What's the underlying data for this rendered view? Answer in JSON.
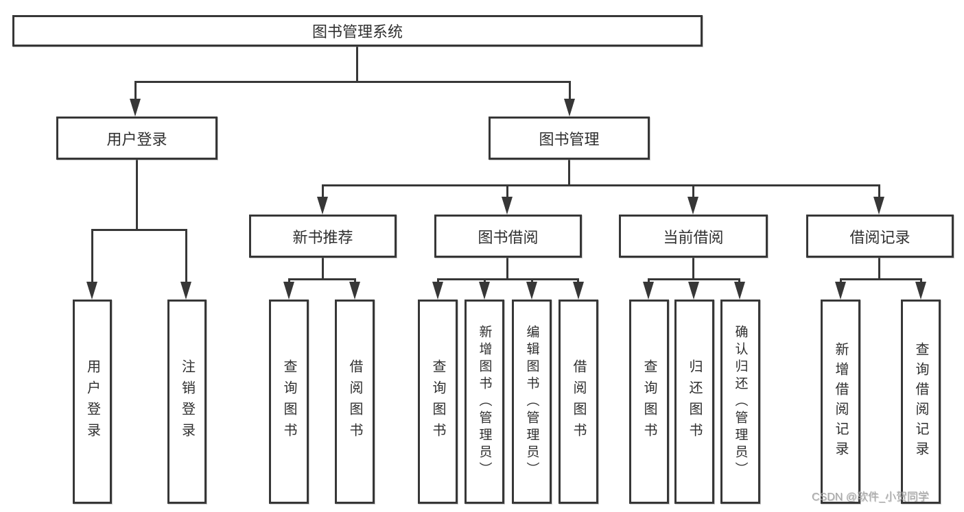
{
  "nodes": {
    "root": "图书管理系统",
    "user_login": "用户登录",
    "book_management": "图书管理",
    "new_book_recommend": "新书推荐",
    "book_borrow": "图书借阅",
    "current_borrow": "当前借阅",
    "borrow_records": "借阅记录"
  },
  "leaves": {
    "user_login": "用户登录",
    "logout": "注销登录",
    "nb_query_books": "查询图书",
    "nb_borrow_books": "借阅图书",
    "bb_query_books": "查询图书",
    "bb_add_books_admin": "新增图书（管理员）",
    "bb_edit_books_admin": "编辑图书（管理员）",
    "bb_borrow_books": "借阅图书",
    "cb_query_books": "查询图书",
    "cb_return_books": "归还图书",
    "cb_confirm_return_admin": "确认归还（管理员）",
    "br_add_record": "新增借阅记录",
    "br_query_record": "查询借阅记录"
  },
  "watermark": "CSDN @软件_小贺同学",
  "colors": {
    "line": "#373737",
    "text": "#2f2f2f",
    "background": "#ffffff",
    "watermark": "#a8a8a8"
  },
  "icons": {
    "arrow_down": "solid-triangle-down"
  }
}
